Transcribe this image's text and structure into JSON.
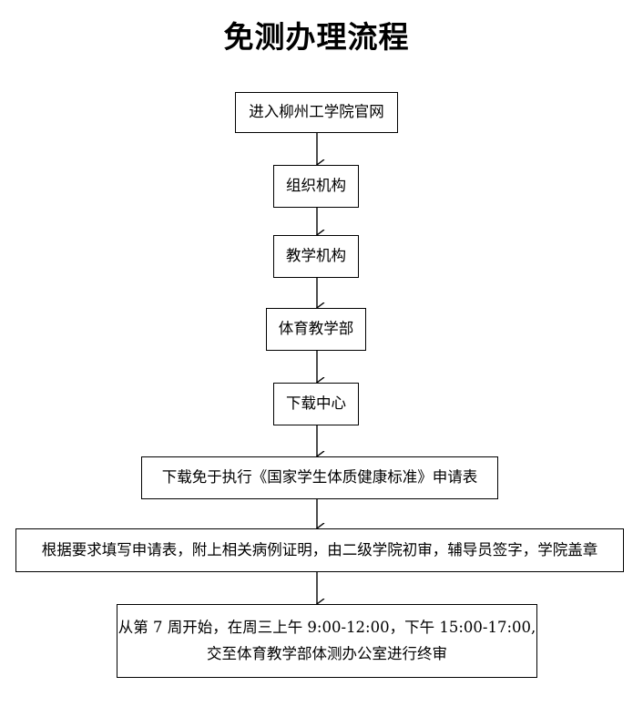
{
  "title": "免测办理流程",
  "steps": [
    {
      "text": "进入柳州工学院官网"
    },
    {
      "text": "组织机构"
    },
    {
      "text": "教学机构"
    },
    {
      "text": "体育教学部"
    },
    {
      "text": "下载中心"
    },
    {
      "text": "下载免于执行《国家学生体质健康标准》申请表"
    },
    {
      "text": "根据要求填写申请表，附上相关病例证明，由二级学院初审，辅导员签字，学院盖章"
    },
    {
      "line1": "从第 7 周开始，在周三上午 9:00-12:00，下午 15:00-17:00,",
      "line2": "交至体育教学部体测办公室进行终审"
    }
  ]
}
